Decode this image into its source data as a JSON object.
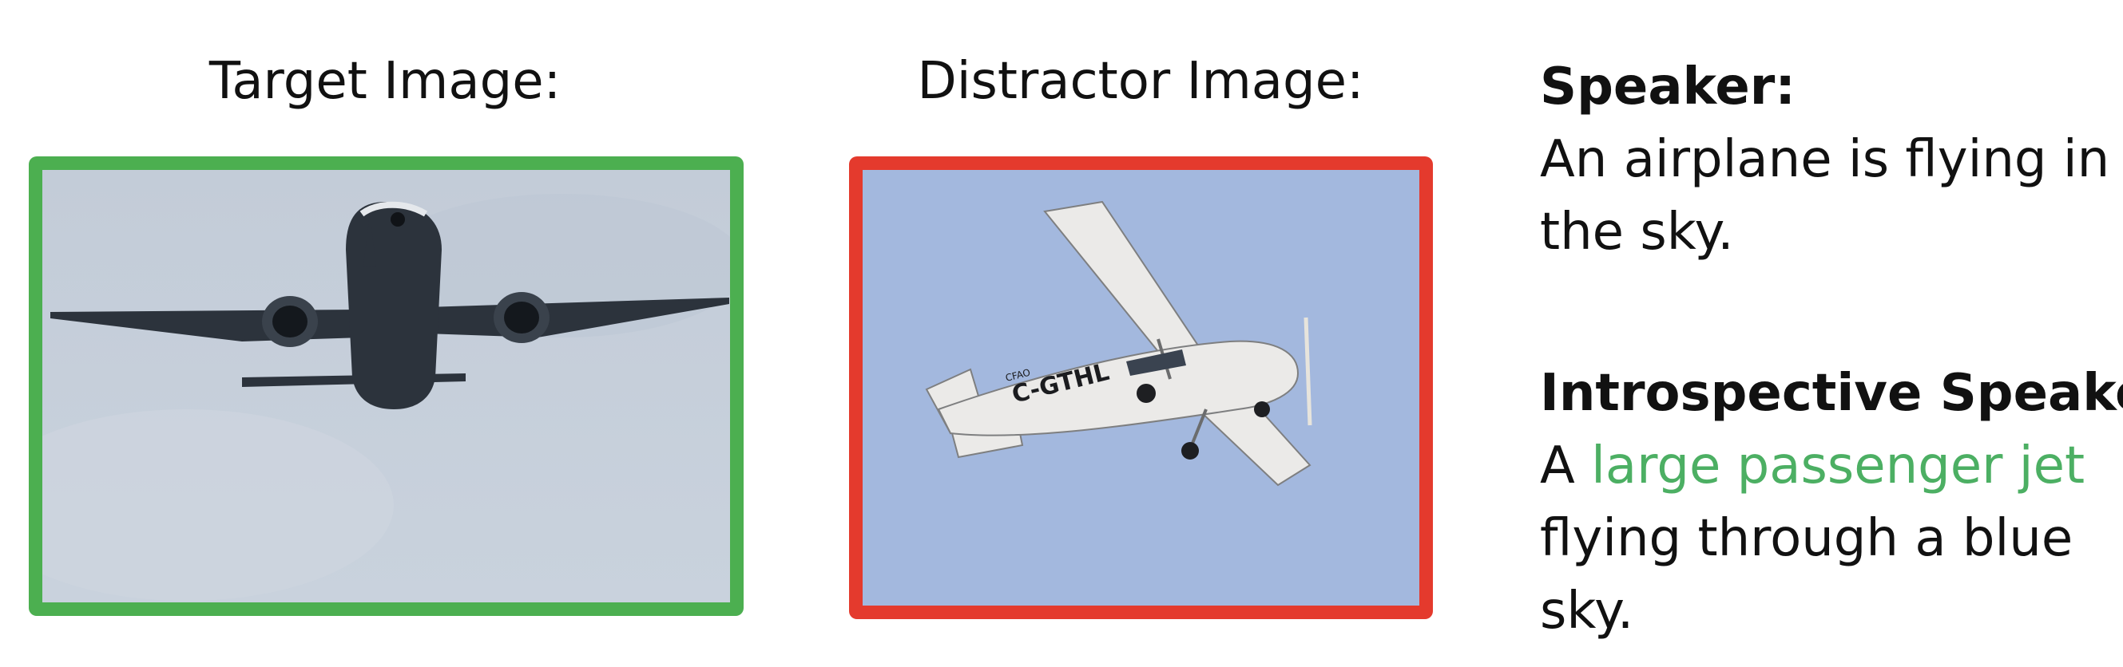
{
  "target": {
    "title": "Target Image:",
    "border_color": "#4caf50"
  },
  "distractor": {
    "title": "Distractor Image:",
    "border_color": "#e43a2d"
  },
  "speaker": {
    "heading": "Speaker:",
    "caption": "An airplane is flying in the sky."
  },
  "introspective_speaker": {
    "heading": "Introspective Speaker:",
    "caption_prefix": "A",
    "caption_highlight": "large passenger jet",
    "caption_suffix": "flying through a blue sky.",
    "highlight_color": "#4caf63"
  },
  "tail_number": "C-GTHL",
  "tail_small": "CFAO"
}
